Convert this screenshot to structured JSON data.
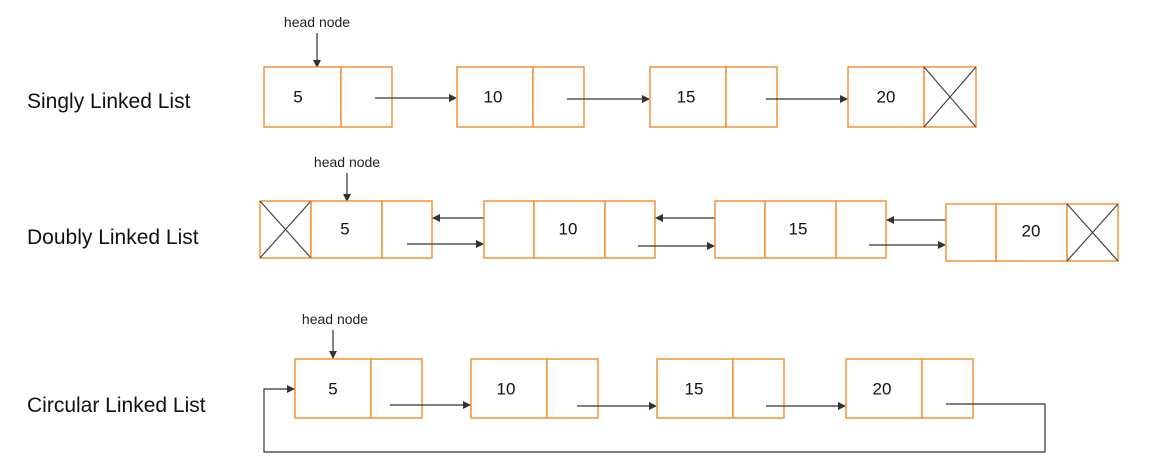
{
  "colors": {
    "node_border": "#f28c28",
    "pointer": "#333333",
    "text": "#111111"
  },
  "head_label": "head node",
  "null_icon": "x-box-null-icon",
  "lists": [
    {
      "id": "singly",
      "title": "Singly Linked List",
      "values": [
        "5",
        "10",
        "15",
        "20"
      ]
    },
    {
      "id": "doubly",
      "title": "Doubly Linked List",
      "values": [
        "5",
        "10",
        "15",
        "20"
      ]
    },
    {
      "id": "circular",
      "title": "Circular Linked List",
      "values": [
        "5",
        "10",
        "15",
        "20"
      ]
    }
  ]
}
